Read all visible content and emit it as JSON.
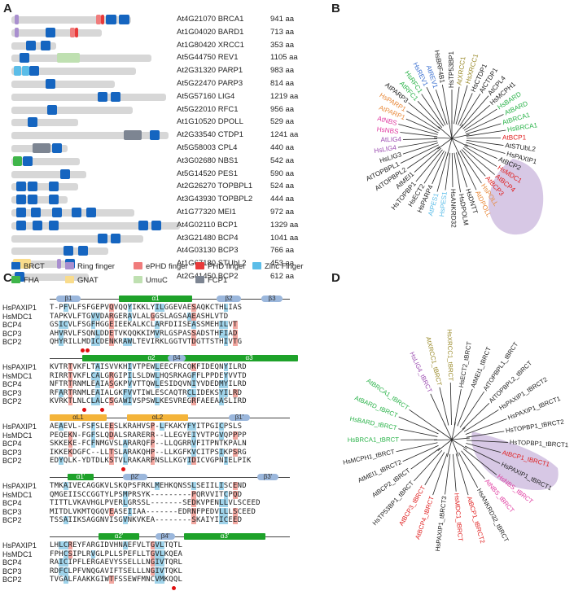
{
  "panels": {
    "a": "A",
    "b": "B",
    "c": "C",
    "d": "D"
  },
  "proteins": [
    {
      "id": "At4G21070 BRCA1",
      "len": "941 aa"
    },
    {
      "id": "At1G04020 BARD1",
      "len": "713 aa"
    },
    {
      "id": "At1G80420 XRCC1",
      "len": "353 aa"
    },
    {
      "id": "At5G44750 REV1",
      "len": "1105 aa"
    },
    {
      "id": "At2G31320 PARP1",
      "len": "983 aa"
    },
    {
      "id": "At5G22470 PARP3",
      "len": "814 aa"
    },
    {
      "id": "At5G57160 LIG4",
      "len": "1219 aa"
    },
    {
      "id": "At5G22010 RFC1",
      "len": "956 aa"
    },
    {
      "id": "At1G10520 DPOLL",
      "len": "529 aa"
    },
    {
      "id": "At2G33540 CTDP1",
      "len": "1241 aa"
    },
    {
      "id": "At5G58003 CPL4",
      "len": "440 aa"
    },
    {
      "id": "At3G02680 NBS1",
      "len": "542 aa"
    },
    {
      "id": "At5G14520 PES1",
      "len": "590 aa"
    },
    {
      "id": "At2G26270 TOPBPL1",
      "len": "524 aa"
    },
    {
      "id": "At3G43930 TOPBPL2",
      "len": "444 aa"
    },
    {
      "id": "At1G77320 MEI1",
      "len": "972 aa"
    },
    {
      "id": "At4G02110 BCP1",
      "len": "1329  aa"
    },
    {
      "id": "At3G21480 BCP4",
      "len": "1041 aa"
    },
    {
      "id": "At4G03130 BCP3",
      "len": "766 aa"
    },
    {
      "id": "At1G67180 STUbL2",
      "len": "453 aa"
    },
    {
      "id": "At2G41450 BCP2",
      "len": "612 aa"
    }
  ],
  "legend": [
    {
      "label": "BRCT",
      "color": "#1565c0"
    },
    {
      "label": "Ring finger",
      "color": "#a98fcf"
    },
    {
      "label": "ePHD finger",
      "color": "#f07c7c"
    },
    {
      "label": "PHD finger",
      "color": "#e83a3a"
    },
    {
      "label": "Zinc Finger",
      "color": "#5bbde8"
    },
    {
      "label": "FHA",
      "color": "#3fb54a"
    },
    {
      "label": "GNAT",
      "color": "#f9dc8c"
    },
    {
      "label": "UmuC",
      "color": "#bfe0b1"
    },
    {
      "label": "FCP1",
      "color": "#7d8592"
    }
  ],
  "treeB": [
    {
      "t": "HsTP53BP1",
      "c": "#222"
    },
    {
      "t": "AtXRCC1",
      "c": "#9a8a2a"
    },
    {
      "t": "HsXRCC1",
      "c": "#9a8a2a"
    },
    {
      "t": "HsCTDP1",
      "c": "#222"
    },
    {
      "t": "AtCTDP1",
      "c": "#222"
    },
    {
      "t": "AtCPL4",
      "c": "#222"
    },
    {
      "t": "HsMCPH1",
      "c": "#222"
    },
    {
      "t": "HsBARD",
      "c": "#2bb34a"
    },
    {
      "t": "AtBARD",
      "c": "#2bb34a"
    },
    {
      "t": "AtBRCA1",
      "c": "#2bb34a"
    },
    {
      "t": "HsBRCA1",
      "c": "#2bb34a"
    },
    {
      "t": "AtBCP1",
      "c": "#e02020"
    },
    {
      "t": "AtSTUbL2",
      "c": "#222"
    },
    {
      "t": "HsPAXIP1",
      "c": "#222"
    },
    {
      "t": "AtBCP2",
      "c": "#222"
    },
    {
      "t": "HsMDC1",
      "c": "#e02020"
    },
    {
      "t": "AtBCP4",
      "c": "#e02020"
    },
    {
      "t": "AtBCP3",
      "c": "#e02020"
    },
    {
      "t": "HsPOLL",
      "c": "#e8893a"
    },
    {
      "t": "AtDPOLL",
      "c": "#e8893a"
    },
    {
      "t": "HsDNTT",
      "c": "#222"
    },
    {
      "t": "HsDPOLM",
      "c": "#222"
    },
    {
      "t": "HsANKRD32",
      "c": "#222"
    },
    {
      "t": "HsPES1",
      "c": "#5bbde8"
    },
    {
      "t": "AtPES1",
      "c": "#5bbde8"
    },
    {
      "t": "HsPARP4",
      "c": "#222"
    },
    {
      "t": "HsECT2",
      "c": "#222"
    },
    {
      "t": "HsTOPBP1",
      "c": "#222"
    },
    {
      "t": "AtMEI1",
      "c": "#222"
    },
    {
      "t": "AtTOPBPL2",
      "c": "#222"
    },
    {
      "t": "AtTOPBPL1",
      "c": "#222"
    },
    {
      "t": "HsLIG3",
      "c": "#222"
    },
    {
      "t": "HsLIG4",
      "c": "#9b4db0"
    },
    {
      "t": "AtLIG4",
      "c": "#9b4db0"
    },
    {
      "t": "HsNBS",
      "c": "#e03aa0"
    },
    {
      "t": "AtNBS",
      "c": "#e03aa0"
    },
    {
      "t": "AtPARP1",
      "c": "#e8893a"
    },
    {
      "t": "HsPARP1",
      "c": "#e8893a"
    },
    {
      "t": "AtPARP3",
      "c": "#222"
    },
    {
      "t": "AtRFC1",
      "c": "#2bb34a"
    },
    {
      "t": "HsRFC1",
      "c": "#2bb34a"
    },
    {
      "t": "HsREV1",
      "c": "#3a6fd0"
    },
    {
      "t": "AtREV1",
      "c": "#3a6fd0"
    },
    {
      "t": "HsBRF4B1",
      "c": "#222"
    }
  ],
  "treeD": [
    {
      "t": "HsLIG4_tBRCT",
      "c": "#9b4db0"
    },
    {
      "t": "AtXRCC1_tBRCT",
      "c": "#9a8a2a"
    },
    {
      "t": "HsXRCC1_tBRCT",
      "c": "#9a8a2a"
    },
    {
      "t": "HsECT2_tBRCT",
      "c": "#222"
    },
    {
      "t": "AtMEI1_tBRCT",
      "c": "#222"
    },
    {
      "t": "AtTOPBPL1_tBRCT",
      "c": "#222"
    },
    {
      "t": "AtTOPBPL2_tBRCT",
      "c": "#222"
    },
    {
      "t": "HsPAXIP1_tBRCT2",
      "c": "#222"
    },
    {
      "t": "HsPAXIP1_tBRCT1",
      "c": "#222"
    },
    {
      "t": "HsTOPBP1_tBRCT2",
      "c": "#222"
    },
    {
      "t": "HsTOPBP1_tBRCT1",
      "c": "#222"
    },
    {
      "t": "AtBCP1_tBRCT1",
      "c": "#e02020"
    },
    {
      "t": "HsPAXIP1_tBRCT1",
      "c": "#222"
    },
    {
      "t": "HsNBS_tBRCT",
      "c": "#e03aa0"
    },
    {
      "t": "AtNBS_tBRCT",
      "c": "#e03aa0"
    },
    {
      "t": "HsANKRD32_tBRCT",
      "c": "#222"
    },
    {
      "t": "AtBCP1_tBRCT2",
      "c": "#e02020"
    },
    {
      "t": "HsMDC1_tBRCT",
      "c": "#e02020"
    },
    {
      "t": "HsPAXIP1_tBRCT3",
      "c": "#222"
    },
    {
      "t": "AtBCP4_tBRCT",
      "c": "#e02020"
    },
    {
      "t": "AtBCP3_tBRCT",
      "c": "#e02020"
    },
    {
      "t": "HsTP53BP1_tBRCT",
      "c": "#222"
    },
    {
      "t": "AtBCP2_tBRCT",
      "c": "#222"
    },
    {
      "t": "AtMEI1_tBRCT2",
      "c": "#222"
    },
    {
      "t": "HsMCPH1_tBRCT",
      "c": "#222"
    },
    {
      "t": "HsBRCA1_tBRCT",
      "c": "#2bb34a"
    },
    {
      "t": "HsBARD_tBRCT",
      "c": "#2bb34a"
    },
    {
      "t": "AtBARD_tBRCT",
      "c": "#2bb34a"
    },
    {
      "t": "AtBRCA1_tBRCT",
      "c": "#2bb34a"
    }
  ],
  "alignment": [
    {
      "ss": [
        {
          "k": "s",
          "l": "β1"
        },
        {
          "k": "h",
          "l": "α1"
        },
        {
          "k": "s",
          "l": "β2"
        },
        {
          "k": "s",
          "l": "β3"
        }
      ],
      "rows": [
        [
          "HsPAXIP1",
          "T-PFVLFSFGEPVQVQQYIKKLYILGGEVAESAQKCTHLIAS"
        ],
        [
          "HsMDC1",
          "TAPKVLFTGVVDARGERAVLALGGSLAGSAAEASHLVTD"
        ],
        [
          "BCP4",
          "GSICVLFSGFHGGEIEEKALKCLARFDIISEASSMEHILVT"
        ],
        [
          "BCP3",
          "AHVRVLFSQNLDDETVKQQKKIMVRLGSPASSADSTHFIAD"
        ],
        [
          "BCP2",
          "QHYRILLMDICDENKRAWLTEVIRKLGGTVTDGTTSTHIVTG"
        ]
      ]
    },
    {
      "ss": [
        {
          "k": "h",
          "l": "α2"
        },
        {
          "k": "s",
          "l": "β4"
        },
        {
          "k": "h",
          "l": "α3"
        }
      ],
      "rows": [
        [
          "HsPAXIP1",
          "KVTRTVKFLTAISVVKHIVTPEWLEECFRCQKFIDEQNYILRD"
        ],
        [
          "HsMDC1",
          "RIRRTVKFLCALGRGIPILSLDWLHQSRKAGFFLPPDEYVVTD"
        ],
        [
          "BCP4",
          "NFTRTRNMLEAIASGKPVVTTQWLESIDQVNIYVDEDMYILRD"
        ],
        [
          "BCP3",
          "RFARTRNMLEAIALGKFVVTIWLESCAQTRCLIDEKSYILRD"
        ],
        [
          "BCP2",
          "KVRKTLNLCLALCSGAWIVSPSWLKESVREGRFAEEAASLIRD"
        ]
      ]
    },
    {
      "ss": [
        {
          "k": "o",
          "l": "αL1"
        },
        {
          "k": "o",
          "l": "αL2"
        },
        {
          "k": "s",
          "l": "β1'"
        }
      ],
      "rows": [
        [
          "HsPAXIP1",
          "AEAEVL-FSFSLEESLKRAHVSP-LFKAKYFYITPGICPSLS"
        ],
        [
          "HsMDC1",
          "PEQEKN-FGFSLQDALSRARERR--LLEGYEIYVTPGVQPPPP"
        ],
        [
          "BCP4",
          "SKKEKE-FCFNMGVSLARARQFP--LLQGRRVFITPNTKPALN"
        ],
        [
          "BCP3",
          "IKKEKDGFC--LLTSLARAKQHP--LLKGFKVCITPSIKPSRG"
        ],
        [
          "BCP2",
          "EDYQLK-YDTDLKSTVLRAKARPNSLLKGYIDICVGPNIELPIK"
        ]
      ]
    },
    {
      "ss": [
        {
          "k": "h",
          "l": "α1'"
        },
        {
          "k": "s",
          "l": "β2'"
        },
        {
          "k": "s",
          "l": "β3'"
        }
      ],
      "rows": [
        [
          "HsPAXIP1",
          "TMKAIVECAGGKVLSKQPSFRKLMEHKQNSSLSEIILISCEND"
        ],
        [
          "HsMDC1",
          "QMGEIISCCGGTYLPSMPRSYK---------PQRVVITCPQD"
        ],
        [
          "BCP4",
          "TITTLVKAVHGLPVERLGRSSL-------SEDKVPENLLVLSCEED"
        ],
        [
          "BCP3",
          "MITDLVKMTQGQVEASEIIAA-------EDRNFPEDVLLLSCEED"
        ],
        [
          "BCP2",
          "TSSAIIKSAGGNVISGVNKVKEA--------SKAIYIICEED"
        ]
      ]
    },
    {
      "ss": [
        {
          "k": "h",
          "l": "α2'"
        },
        {
          "k": "s",
          "l": "β4'"
        },
        {
          "k": "h",
          "l": "α3'"
        }
      ],
      "rows": [
        [
          "HsPAXIP1",
          "LHLCREYFARGIDVHNAEFVLTGVLTQTL"
        ],
        [
          "HsMDC1",
          "FPHCSIPLRVGLPLLSPEFLLTGVLKQEA"
        ],
        [
          "BCP4",
          "RAICIPFLERGAEVYSSELLLNGIVTQRL"
        ],
        [
          "BCP3",
          "RDFCLPFVNQGAVIFTSELLLNGIVTQKL"
        ],
        [
          "BCP2",
          "TVGALFAAKKGIWTFSSEWFMNCVMKQQL"
        ]
      ]
    }
  ]
}
